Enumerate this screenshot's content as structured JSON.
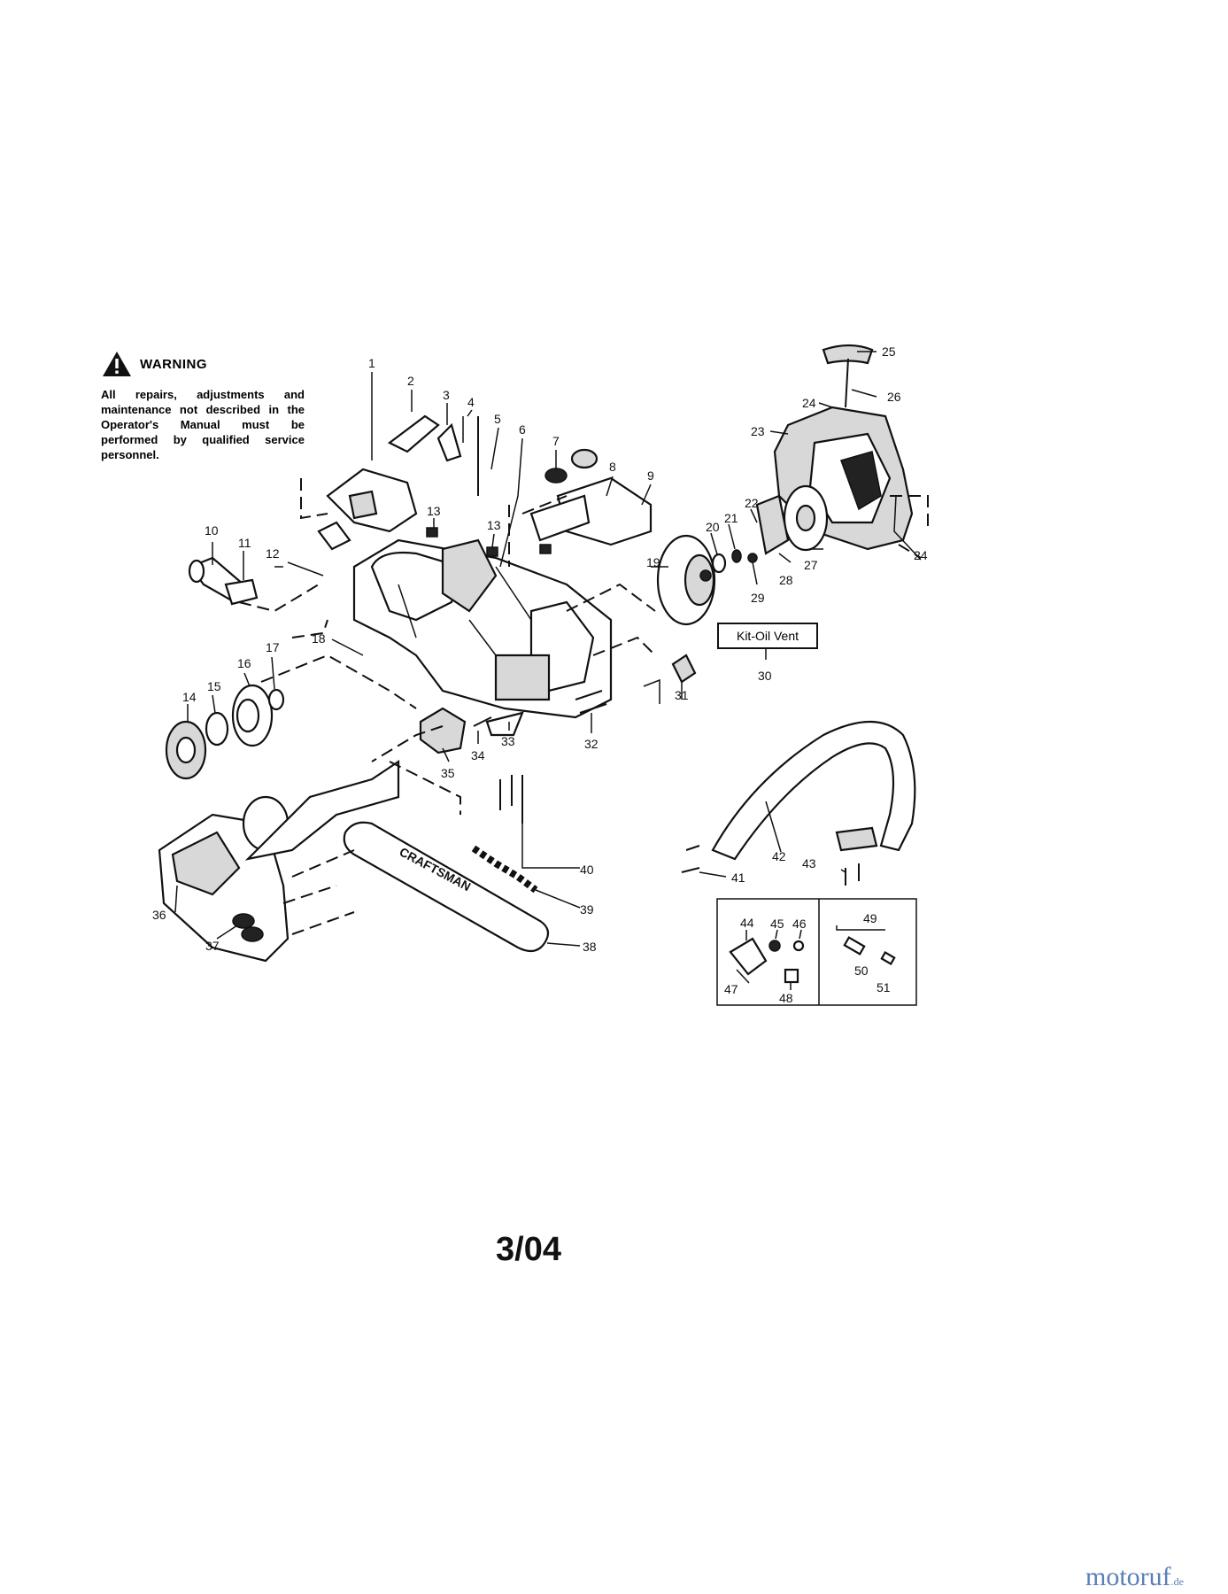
{
  "warning": {
    "title": "WARNING",
    "text": "All repairs, adjustments and maintenance not described in the Operator's Manual must be performed by qualified service personnel."
  },
  "kit_label": "Kit-Oil Vent",
  "date_stamp": "3/04",
  "watermark": {
    "name": "motoruf",
    "tld": ".de"
  },
  "part_numbers": [
    "1",
    "2",
    "3",
    "4",
    "5",
    "6",
    "7",
    "8",
    "9",
    "10",
    "11",
    "12",
    "13",
    "13",
    "14",
    "15",
    "16",
    "17",
    "18",
    "19",
    "20",
    "21",
    "22",
    "23",
    "24",
    "24",
    "25",
    "26",
    "27",
    "28",
    "29",
    "30",
    "31",
    "32",
    "33",
    "34",
    "35",
    "36",
    "37",
    "38",
    "39",
    "40",
    "41",
    "42",
    "43",
    "44",
    "45",
    "46",
    "47",
    "48",
    "49",
    "50",
    "51"
  ],
  "bar_brand": "CRAFTSMAN"
}
